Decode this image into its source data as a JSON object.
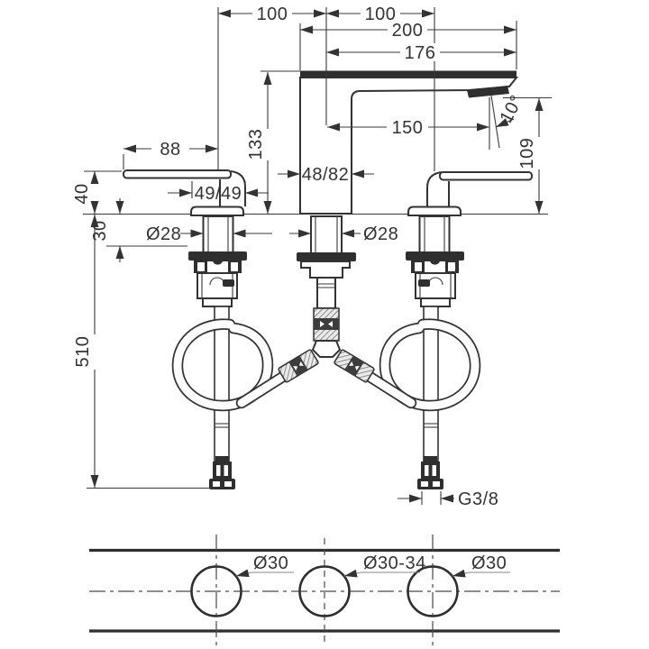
{
  "drawing": {
    "type": "faucet installation dimension drawing",
    "views": [
      "side elevation with supply hoses",
      "deck hole plan"
    ]
  },
  "dimensions": {
    "spacing_left": "100",
    "spacing_right": "100",
    "overall_width": "200",
    "spout_overall": "176",
    "spout_reach": "150",
    "spout_angle": "10°",
    "outlet_height": "109",
    "body_height": "133",
    "handle_reach": "88",
    "handle_depth": "49/49",
    "body_depth": "48/82",
    "clearance_above_deck": "40",
    "max_deck_thickness": "30",
    "hose_length": "510",
    "shank_diameter_left": "Ø28",
    "shank_diameter_center": "Ø28",
    "supply_thread": "G3/8"
  },
  "holes": {
    "left": "Ø30",
    "center": "Ø30-34",
    "right": "Ø30"
  }
}
